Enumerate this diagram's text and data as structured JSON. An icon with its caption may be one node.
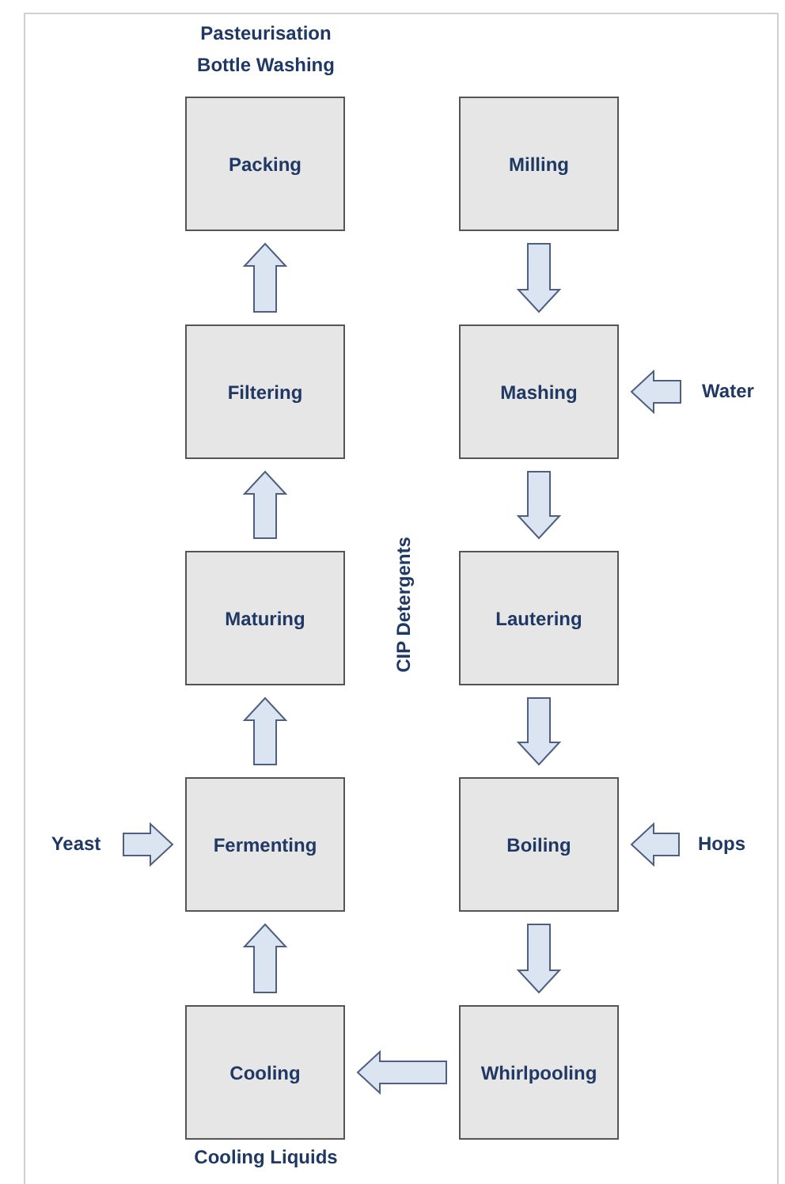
{
  "diagram": {
    "nodes": [
      {
        "text": [
          "Packing"
        ],
        "beside": [
          "Pasteurisation",
          "Bottle Washing"
        ]
      },
      {
        "text": [
          "Milling"
        ]
      },
      {
        "text": [
          "Filtering"
        ]
      },
      {
        "text": [
          "Mashing"
        ]
      },
      {
        "text": [
          "Water"
        ]
      },
      {
        "text": [
          "Maturing"
        ]
      },
      {
        "text": [
          "Lautering"
        ]
      },
      {
        "text": [
          "Yeast"
        ]
      },
      {
        "text": [
          "Fermenting"
        ]
      },
      {
        "text": [
          "Boiling"
        ]
      },
      {
        "text": [
          "Hops"
        ]
      },
      {
        "text": [
          "Cooling"
        ],
        "beside": [
          "Cooling Liquids"
        ]
      },
      {
        "text": [
          "Whirlpooling"
        ]
      }
    ],
    "edges": [
      {
        "from": 1,
        "to": 3,
        "arrow": "to"
      },
      {
        "from": 3,
        "to": 6,
        "arrow": "to"
      },
      {
        "from": 6,
        "to": 9,
        "arrow": "to"
      },
      {
        "from": 9,
        "to": 12,
        "arrow": "to"
      },
      {
        "from": 12,
        "to": 11,
        "arrow": "to"
      },
      {
        "from": 11,
        "to": 8,
        "arrow": "to"
      },
      {
        "from": 8,
        "to": 5,
        "arrow": "to"
      },
      {
        "from": 5,
        "to": 2,
        "arrow": "to"
      },
      {
        "from": 2,
        "to": 0,
        "arrow": "to"
      },
      {
        "from": 4,
        "to": 3,
        "arrow": "to"
      },
      {
        "from": 10,
        "to": 9,
        "arrow": "to"
      },
      {
        "from": 7,
        "to": 8,
        "arrow": "to"
      }
    ],
    "labels": [
      "CIP Detergents"
    ]
  }
}
